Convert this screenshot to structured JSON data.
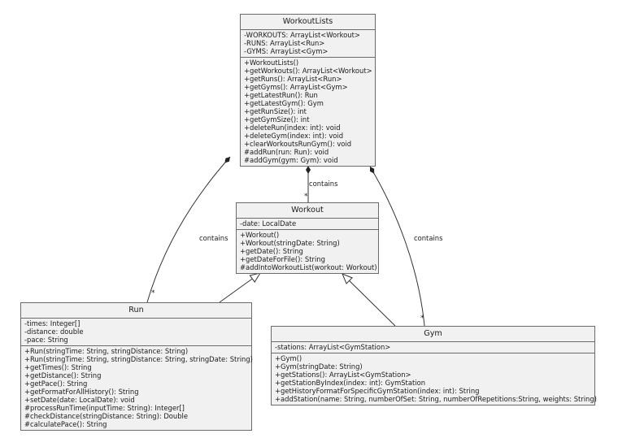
{
  "classes": {
    "workoutlists": {
      "name": "WorkoutLists",
      "attributes": [
        "-WORKOUTS: ArrayList<Workout>",
        "-RUNS: ArrayList<Run>",
        "-GYMS: ArrayList<Gym>"
      ],
      "methods": [
        "+WorkoutLists()",
        "+getWorkouts(): ArrayList<Workout>",
        "+getRuns(): ArrayList<Run>",
        "+getGyms(): ArrayList<Gym>",
        "+getLatestRun(): Run",
        "+getLatestGym(): Gym",
        "+getRunSize(): int",
        "+getGymSize(): int",
        "+deleteRun(index: int): void",
        "+deleteGym(index: int): void",
        "+clearWorkoutsRunGym(): void",
        "#addRun(run: Run): void",
        "#addGym(gym: Gym): void"
      ]
    },
    "workout": {
      "name": "Workout",
      "attributes": [
        "-date: LocalDate"
      ],
      "methods": [
        "+Workout()",
        "+Workout(stringDate: String)",
        "+getDate(): String",
        "+getDateForFile(): String",
        "#addIntoWorkoutList(workout: Workout)"
      ]
    },
    "run": {
      "name": "Run",
      "attributes": [
        "-times: Integer[]",
        "-distance: double",
        "-pace: String"
      ],
      "methods": [
        "+Run(stringTime: String, stringDistance: String)",
        "+Run(stringTime: String, stringDistance: String, stringDate: String)",
        "+getTimes(): String",
        "+getDistance(): String",
        "+getPace(): String",
        "+getFormatForAllHistory(): String",
        "+setDate(date: LocalDate): void",
        "#processRunTime(inputTime: String): Integer[]",
        "#checkDistance(stringDistance: String): Double",
        "#calculatePace(): String"
      ]
    },
    "gym": {
      "name": "Gym",
      "attributes": [
        "-stations: ArrayList<GymStation>"
      ],
      "methods": [
        "+Gym()",
        "+Gym(stringDate: String)",
        "+getStations(): ArrayList<GymStation>",
        "+getStationByIndex(index: int): GymStation",
        "+getHistoryFormatForSpecificGymStation(index: int): String",
        "+addStation(name: String, numberOfSet: String, numberOfRepetitions:String, weights: String)"
      ]
    }
  },
  "relations": [
    {
      "from": "WorkoutLists",
      "to": "Workout",
      "kind": "composition",
      "label": "contains",
      "multiplicity": "*"
    },
    {
      "from": "WorkoutLists",
      "to": "Run",
      "kind": "composition",
      "label": "contains",
      "multiplicity": "*"
    },
    {
      "from": "WorkoutLists",
      "to": "Gym",
      "kind": "composition",
      "label": "contains",
      "multiplicity": "*"
    },
    {
      "from": "Run",
      "to": "Workout",
      "kind": "inheritance",
      "label": "",
      "multiplicity": ""
    },
    {
      "from": "Gym",
      "to": "Workout",
      "kind": "inheritance",
      "label": "",
      "multiplicity": ""
    }
  ],
  "colors": {
    "class_fill": "#f1f1f1",
    "border": "#6b6b6b",
    "line": "#333333"
  }
}
